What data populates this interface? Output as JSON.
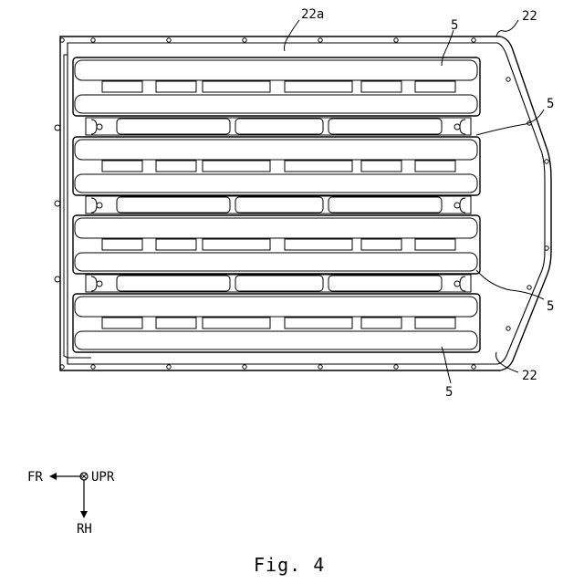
{
  "figure": {
    "caption": "Fig. 4",
    "labels": {
      "tray_main": "22",
      "tray_lower": "22",
      "tray_inner": "22a",
      "module_top": "5",
      "module_upper_right": "5",
      "module_lower_right": "5",
      "module_bottom": "5"
    },
    "directions": {
      "forward": "FR",
      "up": "UPR",
      "right": "RH"
    }
  }
}
